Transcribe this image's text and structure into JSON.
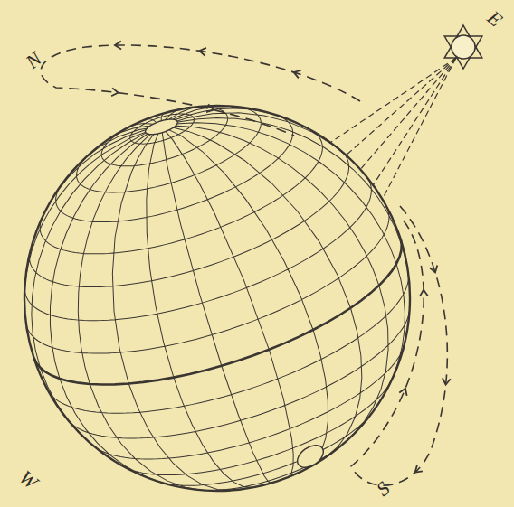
{
  "diagram": {
    "labels": [
      "E",
      "N",
      "W",
      "S"
    ]
  }
}
